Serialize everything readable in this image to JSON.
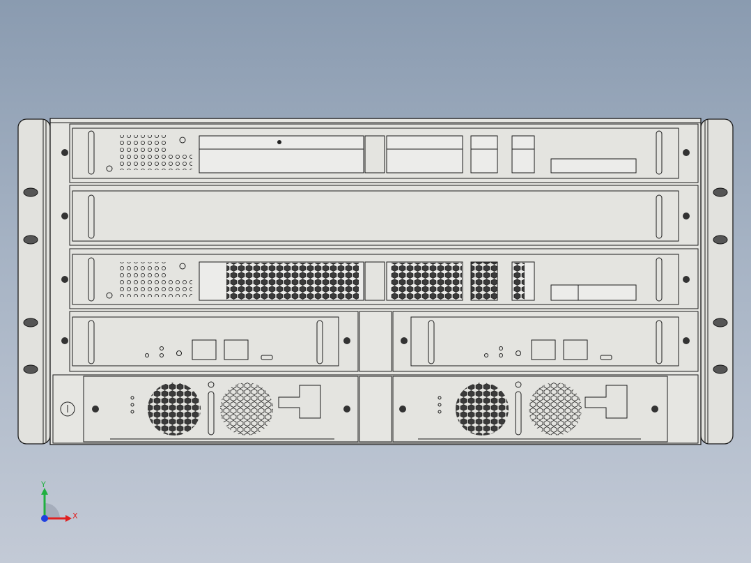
{
  "viewport": {
    "background_top": "#8a9bb0",
    "background_bottom": "#c3cad6"
  },
  "model": {
    "description_visible": false,
    "line_color": "#1a1a1a",
    "face_color": "#e4e4e0",
    "slots": [
      {
        "id": "slot-1",
        "kind": "line-card",
        "vent": false
      },
      {
        "id": "slot-2",
        "kind": "blank-panel",
        "vent": false
      },
      {
        "id": "slot-3",
        "kind": "line-card",
        "vent": true
      },
      {
        "id": "slot-4a",
        "kind": "psu-module",
        "vent": false
      },
      {
        "id": "slot-4b",
        "kind": "psu-module",
        "vent": false
      },
      {
        "id": "slot-5a",
        "kind": "fan-tray",
        "vent": true
      },
      {
        "id": "slot-5b",
        "kind": "fan-tray",
        "vent": true
      }
    ]
  },
  "triad": {
    "x_label": "X",
    "y_label": "Y",
    "x_color": "#e02020",
    "y_color": "#20b040",
    "origin_color": "#2040e0"
  }
}
